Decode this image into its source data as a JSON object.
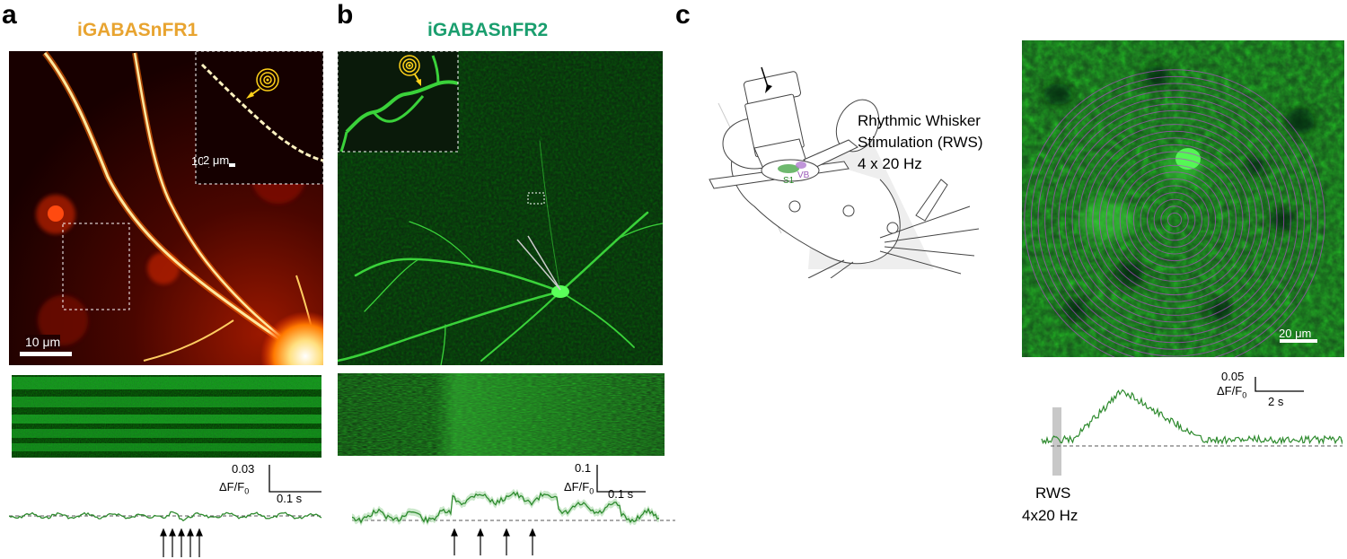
{
  "panels": {
    "a": {
      "label": "a",
      "title": "iGABASnFR1",
      "title_color": "#e8a430",
      "scale_main": "10 μm",
      "scale_inset": "2 μm",
      "scalebar_y": "0.03",
      "scalebar_ylabel": "ΔF/F",
      "scalebar_ylabel_sub": "0",
      "scalebar_x": "0.1 s",
      "trace_color": "#2d8a2d",
      "stim_arrows": 5
    },
    "b": {
      "label": "b",
      "title": "iGABASnFR2",
      "title_color": "#1a9e6e",
      "scalebar_y": "0.1",
      "scalebar_ylabel": "ΔF/F",
      "scalebar_ylabel_sub": "0",
      "scalebar_x": "0.1 s",
      "trace_color": "#2d8a2d",
      "stim_arrows": 4
    },
    "c": {
      "label": "c",
      "rws_line1": "Rhythmic Whisker",
      "rws_line2": "Stimulation (RWS)",
      "rws_line3": "4 x 20 Hz",
      "mouse_label_s1": "S1",
      "mouse_label_vb": "VB",
      "scale_main": "20 μm",
      "scalebar_y": "0.05",
      "scalebar_ylabel": "ΔF/F",
      "scalebar_ylabel_sub": "0",
      "scalebar_x": "2 s",
      "stim_label1": "RWS",
      "stim_label2": "4x20 Hz",
      "trace_color": "#2d8a2d",
      "ring_color": "#b04cc8"
    }
  }
}
